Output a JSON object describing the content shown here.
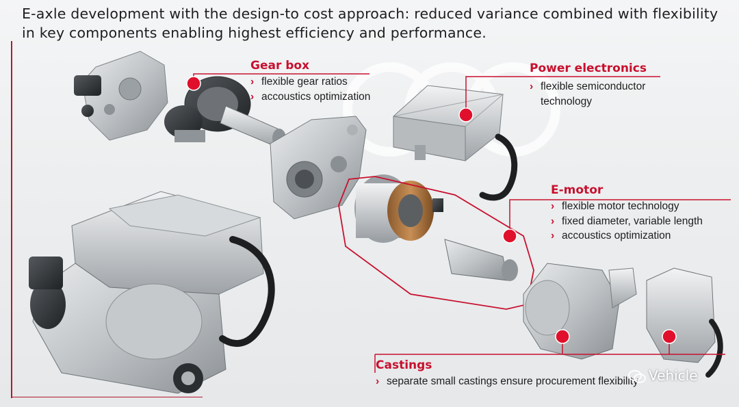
{
  "title": "E-axle development with the design-to cost approach: reduced variance combined with flexibility in key components enabling highest efficiency and performance.",
  "callouts": {
    "gear_box": {
      "heading": "Gear box",
      "bullets": [
        "flexible gear ratios",
        "accoustics optimization"
      ]
    },
    "power_electronics": {
      "heading": "Power electronics",
      "bullets": [
        "flexible semiconductor technology"
      ]
    },
    "e_motor": {
      "heading": "E-motor",
      "bullets": [
        "flexible motor technology",
        "fixed diameter, variable length",
        "accoustics optimization"
      ]
    },
    "castings": {
      "heading": "Castings",
      "bullets": [
        "separate small castings ensure procurement flexibility"
      ]
    }
  },
  "watermark": {
    "brand": "Vehicle"
  },
  "colors": {
    "accent": "#c8102e",
    "text": "#1d1d1d",
    "background": "#eceeef"
  }
}
